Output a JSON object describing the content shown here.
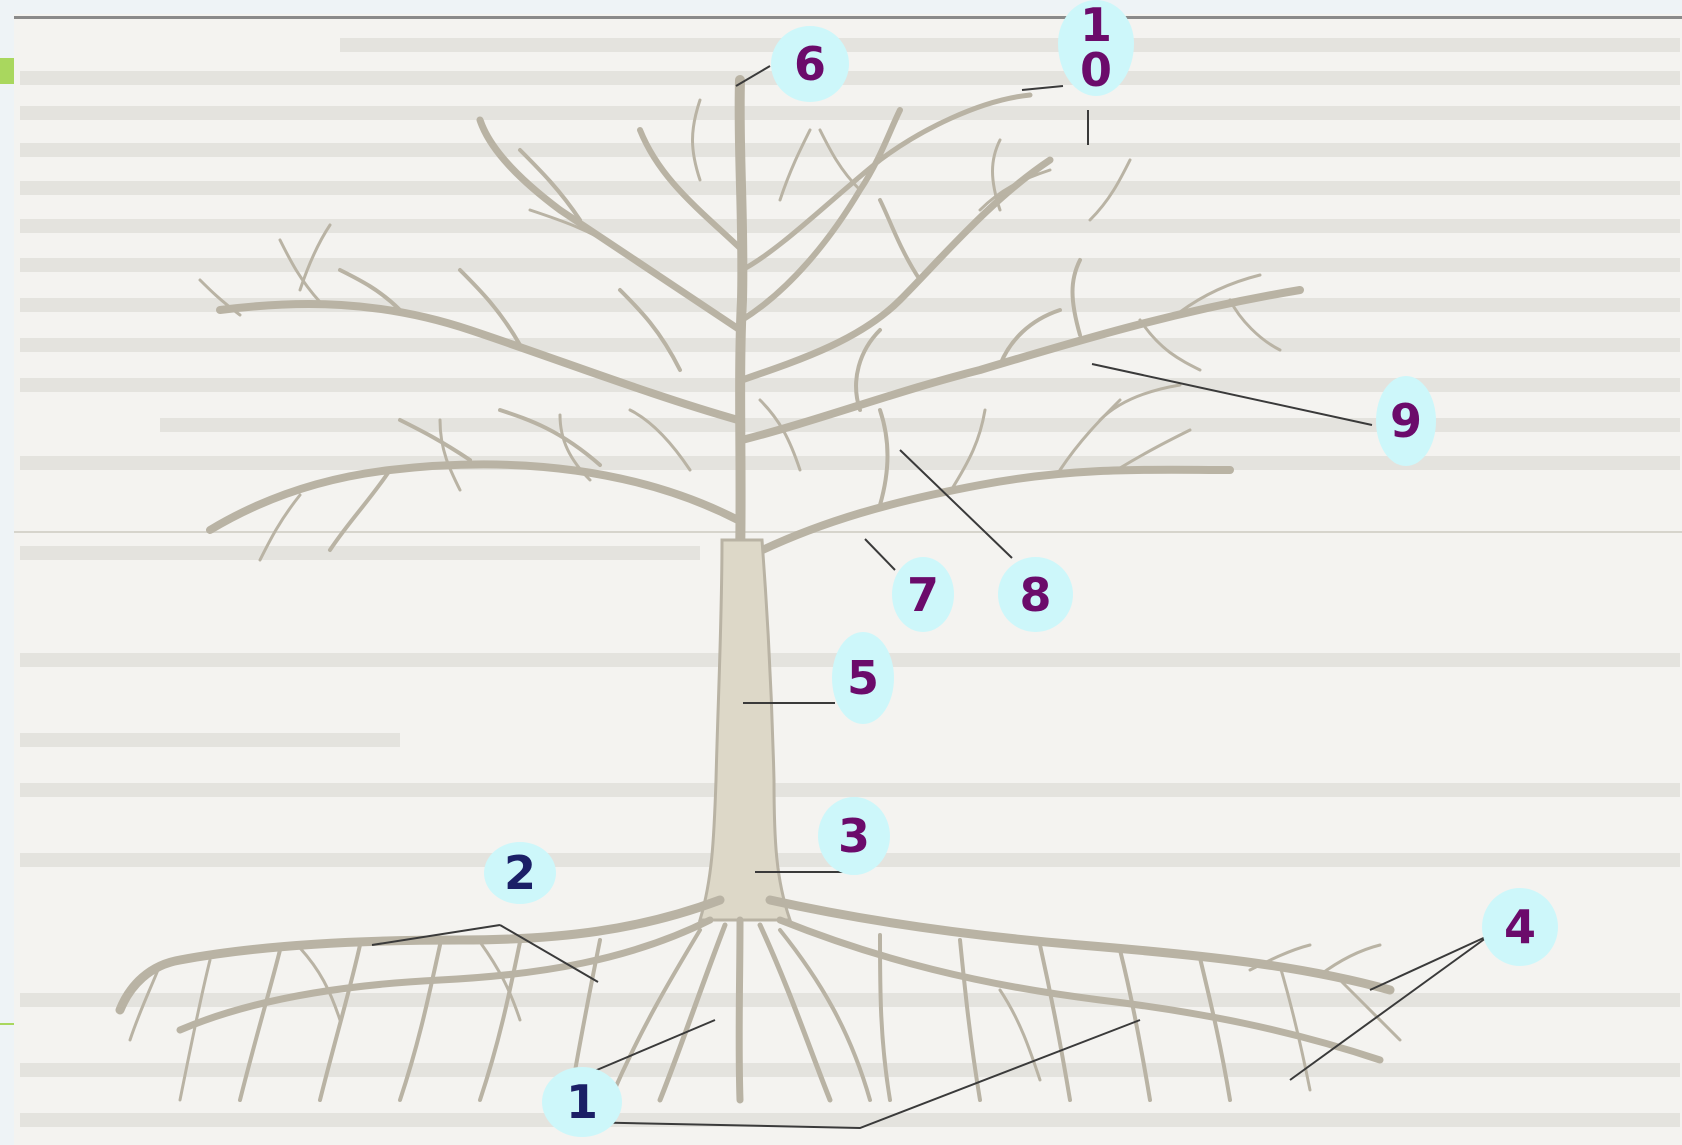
{
  "colors": {
    "background": "#eef3f6",
    "paper": "#f4f3f0",
    "label_bubble": "#cdf7fa",
    "label_text": "#6b0b6b",
    "label_text_alt": "#1b1f66",
    "tree_stroke": "#b9b3a4",
    "tree_fill": "#ddd8c8",
    "leader_line": "#3a3a3a"
  },
  "diagram": {
    "labels": [
      {
        "id": "1",
        "text": "1"
      },
      {
        "id": "2",
        "text": "2"
      },
      {
        "id": "3",
        "text": "3"
      },
      {
        "id": "4",
        "text": "4"
      },
      {
        "id": "5",
        "text": "5"
      },
      {
        "id": "6",
        "text": "6"
      },
      {
        "id": "7",
        "text": "7"
      },
      {
        "id": "8",
        "text": "8"
      },
      {
        "id": "9",
        "text": "9"
      },
      {
        "id": "10",
        "text_line1": "1",
        "text_line2": "0"
      }
    ]
  }
}
